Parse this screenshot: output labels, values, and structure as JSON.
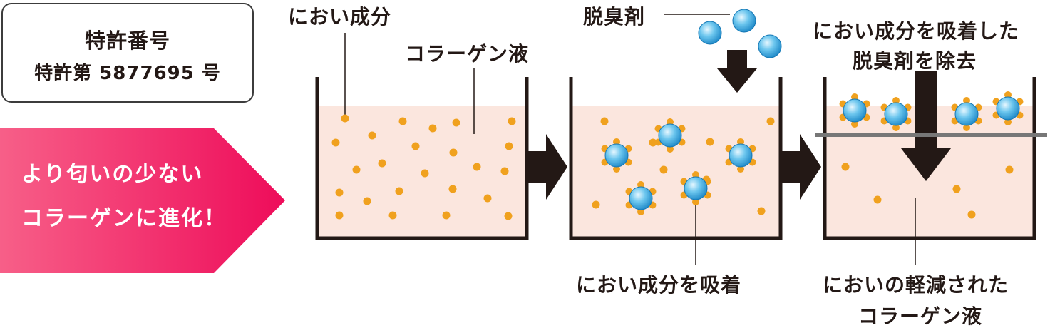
{
  "patent": {
    "title": "特許番号",
    "number": "特許第 5877695 号"
  },
  "banner": {
    "line1": "より匂いの少ない",
    "line2": "コラーゲンに進化！"
  },
  "labels": {
    "odor_component": "におい成分",
    "collagen_liquid": "コラーゲン液",
    "deodorant": "脱臭剤",
    "adsorb": "におい成分を吸着",
    "remove_line1": "におい成分を吸着した",
    "remove_line2": "脱臭剤を除去",
    "reduced_line1": "においの軽減された",
    "reduced_line2": "コラーゲン液"
  },
  "colors": {
    "liquid": "#fbe6de",
    "odor_dot": "#f0a11e",
    "deodorant": "#3aa7dc",
    "arrow": "#231815",
    "banner_start": "#f75f88",
    "banner_end": "#ee0c5a",
    "filter": "#777777"
  }
}
